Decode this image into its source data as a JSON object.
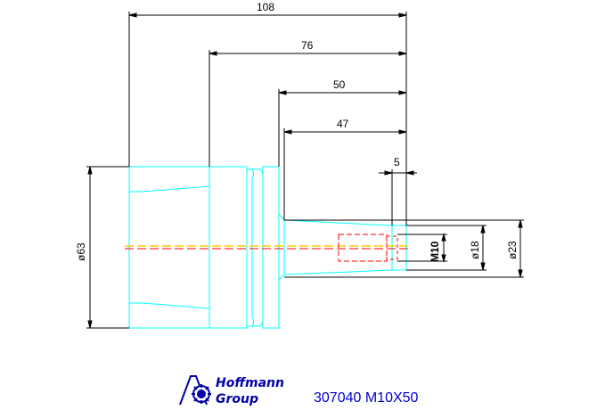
{
  "dimensions": {
    "overall_length": "108",
    "length_76": "76",
    "length_50": "50",
    "length_47": "47",
    "length_5": "5",
    "diameter_63": "ø63",
    "thread_m10": "M10",
    "diameter_18": "ø18",
    "diameter_23": "ø23"
  },
  "title_block": {
    "part_code": "307040 M10X50",
    "logo_line1": "Hoffmann",
    "logo_line2": "Group"
  },
  "colors": {
    "outline": "#00ffff",
    "dimension": "#000000",
    "hidden_thread": "#ff0000",
    "centerline": "#ffcc00",
    "caption": "#0000cc"
  }
}
